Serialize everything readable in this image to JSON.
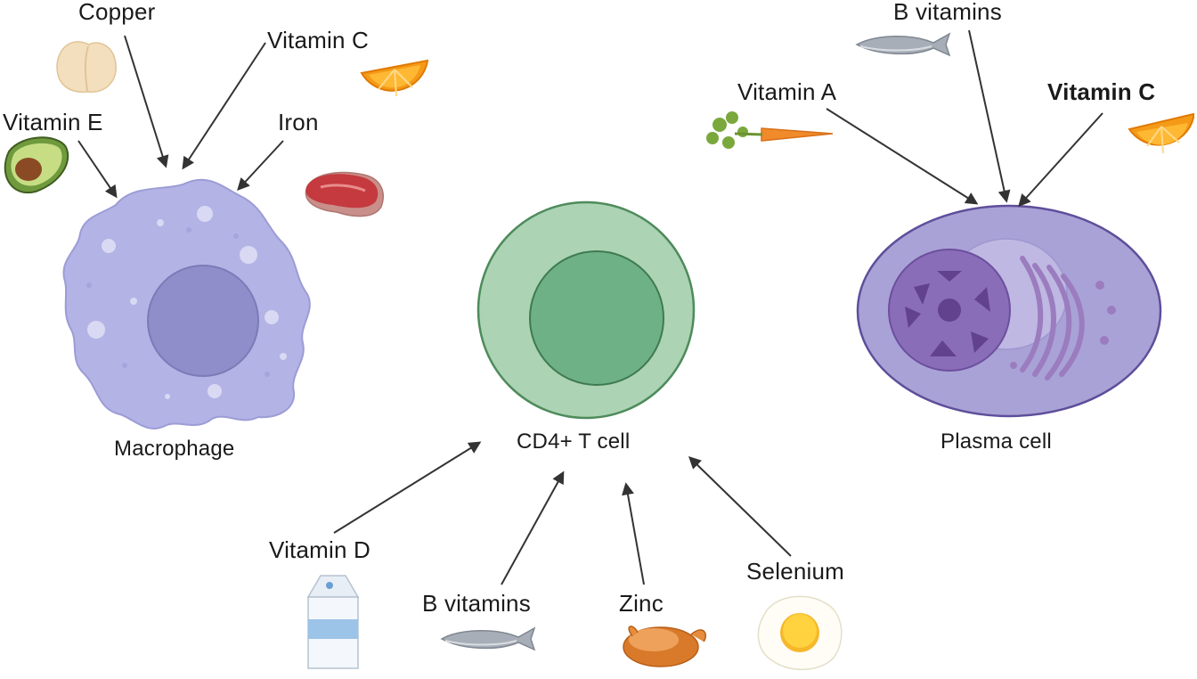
{
  "cells": {
    "macrophage": {
      "label": "Macrophage",
      "nutrients": {
        "copper": "Copper",
        "vitamin_c": "Vitamin C",
        "vitamin_e": "Vitamin E",
        "iron": "Iron"
      }
    },
    "cd4": {
      "label": "CD4+ T cell",
      "nutrients": {
        "vitamin_d": "Vitamin D",
        "b_vitamins": "B vitamins",
        "zinc": "Zinc",
        "selenium": "Selenium"
      }
    },
    "plasma": {
      "label": "Plasma cell",
      "nutrients": {
        "b_vitamins": "B vitamins",
        "vitamin_a": "Vitamin A",
        "vitamin_c": "Vitamin C"
      }
    }
  },
  "icons": {
    "chickpea": "chickpea-icon",
    "orange": "orange-slice-icon",
    "avocado": "avocado-icon",
    "steak": "steak-icon",
    "fish": "fish-icon",
    "carrot": "carrot-icon",
    "milk": "milk-carton-icon",
    "chicken": "roast-chicken-icon",
    "egg": "fried-egg-icon"
  },
  "colors": {
    "macrophage_body": "#b3b3e6",
    "macrophage_nucleus": "#8f8ecb",
    "tcell_outer": "#abd3b4",
    "tcell_inner": "#6fb186",
    "plasma_body": "#a9a2d6",
    "plasma_nucleus": "#8a6db8",
    "arrow": "#333333"
  }
}
